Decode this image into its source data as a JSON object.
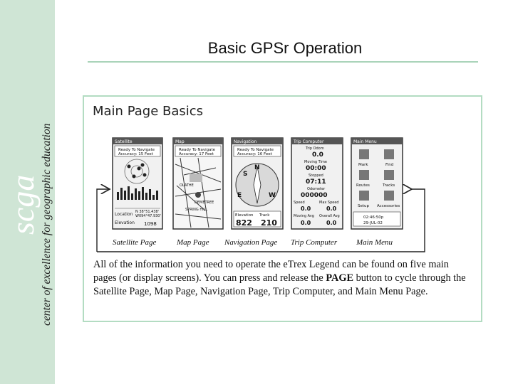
{
  "sidebar": {
    "logo": "scga",
    "tagline": "center of excellence for geographic education"
  },
  "title": "Basic GPSr Operation",
  "panel": {
    "heading": "Main Page Basics",
    "screens": [
      {
        "id": "satellite",
        "label": "Satellite Page",
        "header": "Satellite",
        "status": [
          "Ready To Navigate",
          "Accuracy: 15 Feet"
        ],
        "location_label": "Location",
        "location_value": [
          "N 38°51.438'",
          "W094°47.930'"
        ],
        "elevation_label": "Elevation",
        "elevation_value": "1098"
      },
      {
        "id": "map",
        "label": "Map Page",
        "header": "Map",
        "status": [
          "Ready To Navigate",
          "Accuracy: 17 Feet"
        ],
        "places": [
          "OLATHE",
          "SPRING HILL",
          "DEMETREE"
        ]
      },
      {
        "id": "navigation",
        "label": "Navigation Page",
        "header": "Navigation",
        "status": [
          "Ready To Navigate",
          "Accuracy: 16 Feet"
        ],
        "compass": [
          "N",
          "E",
          "S",
          "W"
        ],
        "elevation_label": "Elevation",
        "track_label": "Track",
        "elevation_value": "822",
        "track_value": "210"
      },
      {
        "id": "trip",
        "label": "Trip Computer",
        "header": "Trip Computer",
        "fields": [
          {
            "label": "Trip Odom",
            "value": "0.0"
          },
          {
            "label": "Moving Time",
            "value": "00:00"
          },
          {
            "label": "Stopped",
            "value": "07:11"
          },
          {
            "label": "Odometer",
            "value": "000000"
          }
        ],
        "row1": [
          {
            "label": "Speed",
            "value": "0.0"
          },
          {
            "label": "Max Speed",
            "value": "0.0"
          }
        ],
        "row2": [
          {
            "label": "Moving Avg",
            "value": "0.0"
          },
          {
            "label": "Overall Avg",
            "value": "0.0"
          }
        ]
      },
      {
        "id": "menu",
        "label": "Main Menu",
        "header": "Main Menu",
        "items": [
          "Mark",
          "Find",
          "Routes",
          "Tracks",
          "Setup",
          "Accessories"
        ],
        "clock": [
          "02:46:50p",
          "29-JUL-02"
        ]
      }
    ],
    "caption": {
      "text_before": "All of the information you need to operate the eTrex Legend can be found on five main pages (or display screens). You can press and release the ",
      "bold": "PAGE",
      "text_after": " button to cycle through the Satellite Page, Map Page, Navigation Page, Trip Computer, and Main Menu Page."
    }
  }
}
